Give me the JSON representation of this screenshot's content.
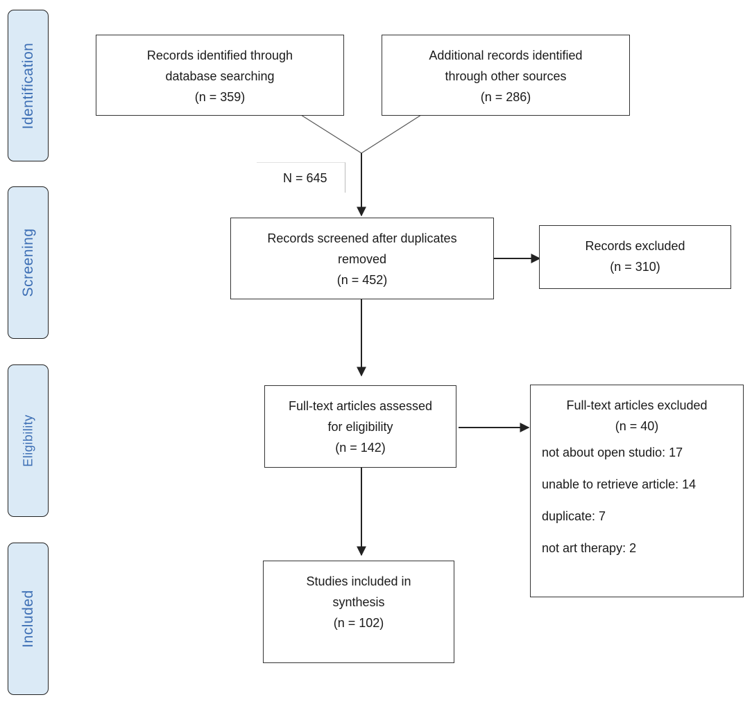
{
  "stages": {
    "identification": "Identification",
    "screening": "Screening",
    "eligibility": "Eligibility",
    "included": "Included"
  },
  "identification": {
    "database": {
      "line1": "Records identified through",
      "line2": "database searching",
      "count": "(n = 359)"
    },
    "other": {
      "line1": "Additional records identified",
      "line2": "through other sources",
      "count": "(n = 286)"
    },
    "total": "N =  645"
  },
  "screening": {
    "screened": {
      "line1": "Records screened after duplicates",
      "line2": "removed",
      "count": "(n = 452)"
    },
    "excluded": {
      "line1": "Records excluded",
      "count": "(n = 310)"
    }
  },
  "eligibility": {
    "assessed": {
      "line1": "Full-text articles assessed",
      "line2": "for eligibility",
      "count": "(n = 142)"
    },
    "excluded": {
      "title": "Full-text articles excluded",
      "count": "(n = 40)",
      "reasons": [
        "not about open studio: 17",
        "unable to retrieve article: 14",
        "duplicate: 7",
        "not art therapy: 2"
      ]
    }
  },
  "included": {
    "line1": "Studies included in",
    "line2": "synthesis",
    "count": "(n = 102)"
  },
  "colors": {
    "stage_fill": "#dbeaf6",
    "stage_text": "#3c6eb4",
    "line": "#222222"
  }
}
